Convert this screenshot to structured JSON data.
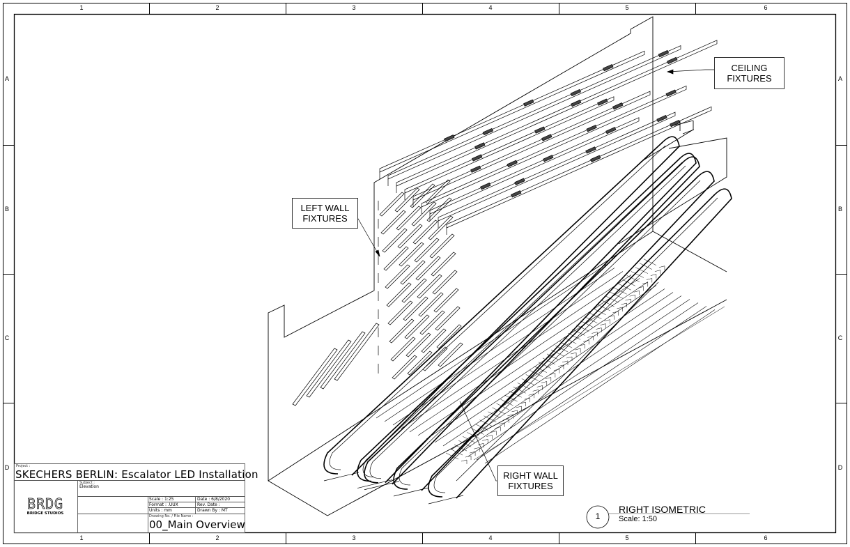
{
  "grid": {
    "columns": [
      "1",
      "2",
      "3",
      "4",
      "5",
      "6"
    ],
    "rows": [
      "A",
      "B",
      "C",
      "D"
    ]
  },
  "callouts": {
    "ceiling": [
      "CEILING",
      "FIXTURES"
    ],
    "left_wall": [
      "LEFT WALL",
      "FIXTURES"
    ],
    "right_wall": [
      "RIGHT WALL",
      "FIXTURES"
    ]
  },
  "view_label": {
    "number": "1",
    "title": "RIGHT ISOMETRIC",
    "scale": "Scale: 1:50"
  },
  "title_block": {
    "project_label": "Project :",
    "project": "SKECHERS BERLIN:  Escalator LED Installation",
    "subject_label": "Subject :",
    "subject": "Elevation",
    "logo": "BRDG",
    "logo_sub": "BRIDGE STUDIOS",
    "scale": "Scale :  1:25",
    "format": "Format : .UUX",
    "units_label": "Units :",
    "units": "mm",
    "date": "Date : 6/8/2020",
    "rev_date": "Rev. Date :",
    "drawn_by": "Drawn By : MT",
    "drawing_no_label": "Drawing No. / File Name :",
    "drawing_no": "00_Main Overview"
  },
  "colors": {
    "line": "#000000",
    "paper": "#ffffff"
  }
}
